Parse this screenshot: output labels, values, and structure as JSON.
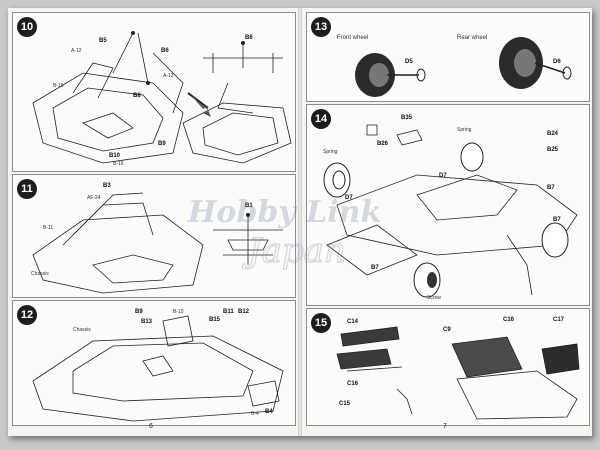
{
  "pages": {
    "left_number": "6",
    "right_number": "7"
  },
  "steps": {
    "s10": {
      "number": "10",
      "parts": [
        "B5",
        "B6",
        "B6",
        "B8",
        "B9",
        "B10"
      ],
      "notes": [
        "A-12",
        "A-13",
        "B-15",
        "B-16"
      ]
    },
    "s11": {
      "number": "11",
      "parts": [
        "B3",
        "B1"
      ],
      "notes": [
        "AF-24",
        "Chassis",
        "B-11"
      ]
    },
    "s12": {
      "number": "12",
      "parts": [
        "B9",
        "B13",
        "B11",
        "B12",
        "B15",
        "B4"
      ],
      "notes": [
        "Chassis",
        "B-15",
        "B-4"
      ]
    },
    "s13": {
      "number": "13",
      "parts": [
        "D5",
        "D6"
      ],
      "headings": [
        "Front wheel",
        "Rear wheel"
      ]
    },
    "s14": {
      "number": "14",
      "parts": [
        "B35",
        "B26",
        "B24",
        "B25",
        "D7",
        "D7",
        "B7",
        "B7",
        "B7"
      ],
      "notes": [
        "Spring",
        "Spring",
        "Screw"
      ]
    },
    "s15": {
      "number": "15",
      "parts": [
        "C14",
        "C16",
        "C15",
        "C9",
        "C16",
        "C17"
      ]
    }
  },
  "watermark": {
    "line1": "Hobby Link",
    "line2": "Japan"
  }
}
